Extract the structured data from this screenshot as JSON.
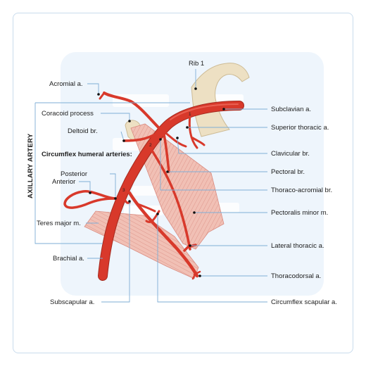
{
  "side_label": "AXILLARY ARTERY",
  "heading": "Circumflex humeral arteries:",
  "markers": [
    "1",
    "2",
    "3"
  ],
  "labels": {
    "rib1": "Rib 1",
    "acromial": "Acromial a.",
    "coracoid": "Coracoid process",
    "deltoid": "Deltoid br.",
    "posterior": "Posterior",
    "anterior": "Anterior",
    "teres": "Teres major m.",
    "brachial": "Brachial a.",
    "subscapular": "Subscapular a.",
    "subclavian": "Subclavian a.",
    "superior_thoracic": "Superior thoracic a.",
    "clavicular": "Clavicular br.",
    "pectoral": "Pectoral br.",
    "thoracoacromial": "Thoraco-acromial br.",
    "pectoralis_minor": "Pectoralis minor m.",
    "lateral_thoracic": "Lateral thoracic a.",
    "thoracodorsal": "Thoracodorsal a.",
    "circumflex_scapular": "Circumflex scapular a."
  },
  "colors": {
    "artery": "#d8392b",
    "artery_edge": "#a52a1f",
    "muscle": "#f1c0b5",
    "muscle_stripe": "#d98b80",
    "bone": "#ede0c3",
    "bone_edge": "#cdbb95",
    "leader": "#7eaed6",
    "frame": "#c9dced",
    "backdrop": "#eef5fc"
  }
}
